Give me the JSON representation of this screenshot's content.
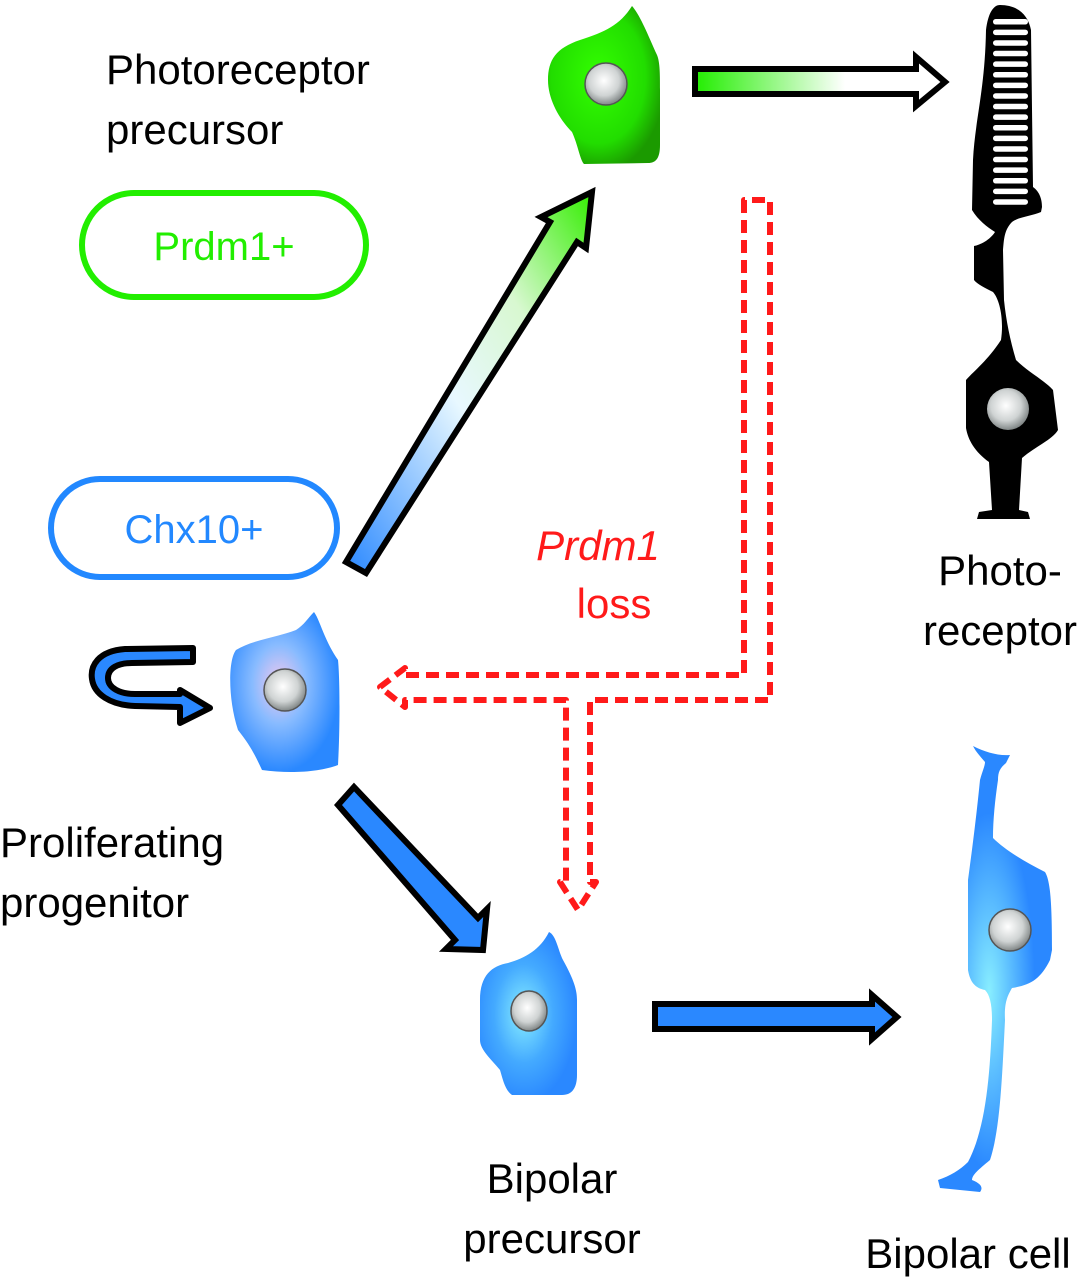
{
  "labels": {
    "photoreceptor_precursor": [
      "Photoreceptor",
      "precursor"
    ],
    "proliferating_progenitor": [
      "Proliferating",
      "progenitor"
    ],
    "bipolar_precursor": [
      "Bipolar",
      "precursor"
    ],
    "photoreceptor": [
      "Photo-",
      "receptor"
    ],
    "bipolar_cell": "Bipolar cell",
    "prdm1_loss": [
      "Prdm1",
      "loss"
    ]
  },
  "markers": {
    "prdm1": "Prdm1+",
    "chx10": "Chx10+"
  },
  "colors": {
    "green": "#22ee00",
    "blue": "#2288ff",
    "red": "#ff1a1a",
    "black": "#000000"
  }
}
